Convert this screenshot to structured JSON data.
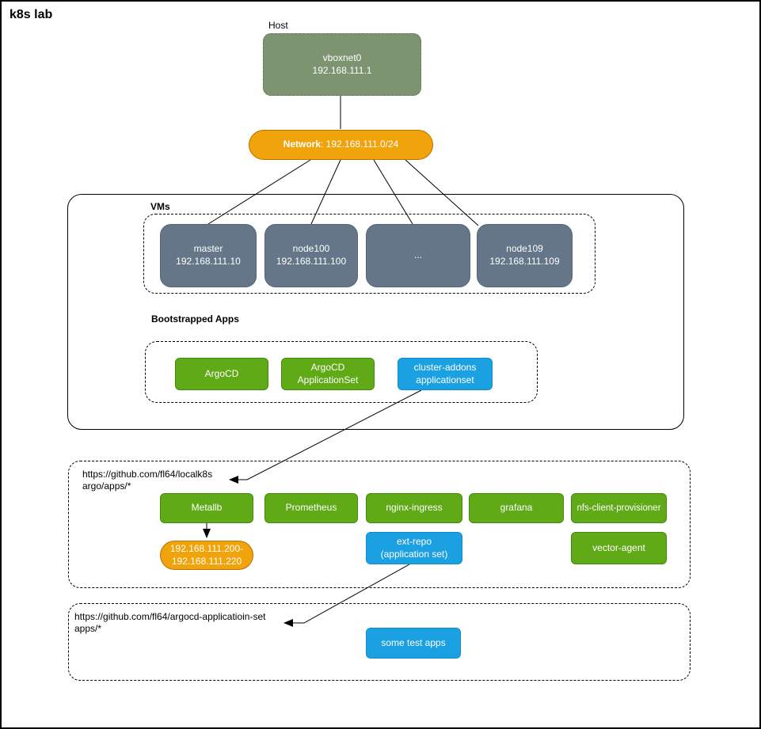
{
  "title": "k8s lab",
  "host": {
    "label": "Host",
    "node": {
      "line1": "vboxnet0",
      "line2": "192.168.111.1"
    }
  },
  "network": {
    "bold": "Network",
    "rest": ": 192.168.111.0/24"
  },
  "vms": {
    "label": "VMs",
    "nodes": [
      {
        "line1": "master",
        "line2": "192.168.111.10"
      },
      {
        "line1": "node100",
        "line2": "192.168.111.100"
      },
      {
        "line1": "...",
        "line2": ""
      },
      {
        "line1": "node109",
        "line2": "192.168.111.109"
      }
    ]
  },
  "bootstrapped": {
    "label": "Bootstrapped Apps",
    "apps": [
      {
        "line1": "ArgoCD",
        "line2": ""
      },
      {
        "line1": "ArgoCD",
        "line2": "ApplicationSet"
      },
      {
        "line1": "cluster-addons",
        "line2": "applicationset"
      }
    ]
  },
  "repo1": {
    "url_line1": "https://github.com/fl64/localk8s",
    "url_line2": "argo/apps/*",
    "apps_row1": [
      "Metallb",
      "Prometheus",
      "nginx-ingress",
      "grafana",
      "nfs-client-provisioner"
    ],
    "ext_repo": {
      "line1": "ext-repo",
      "line2": "(application set)"
    },
    "vector_agent": "vector-agent",
    "ip_range": {
      "line1": "192.168.111.200-",
      "line2": "192.168.111.220"
    }
  },
  "repo2": {
    "url_line1": "https://github.com/fl64/argocd-applicatioin-set",
    "url_line2": "apps/*",
    "app": "some test apps"
  },
  "colors": {
    "host_fill": "#7D9471",
    "network_fill": "#F0A30A",
    "vm_fill": "#647687",
    "app_green": "#60A917",
    "app_blue": "#1BA1E2"
  }
}
